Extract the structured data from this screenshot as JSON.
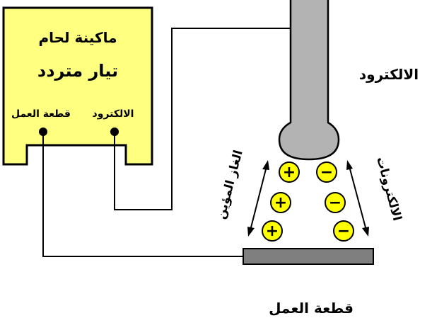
{
  "machine": {
    "title_line1": "ماكينة لحام",
    "title_line2": "تيار متردد",
    "terminal_electrode": "الالكترود",
    "terminal_workpiece": "قطعة العمل"
  },
  "labels": {
    "electrode": "الالكترود",
    "workpiece": "قطعة العمل",
    "ionized_gas": "الغاز المؤين",
    "electrons": "الالكترونات"
  },
  "symbols": {
    "positive": "+",
    "negative": "−"
  },
  "colors": {
    "machine_fill": "#ffff80",
    "charge_fill": "#ffff00",
    "electrode_fill": "#b3b3b3",
    "plate_fill": "#7f7f7f",
    "line": "#000000"
  }
}
